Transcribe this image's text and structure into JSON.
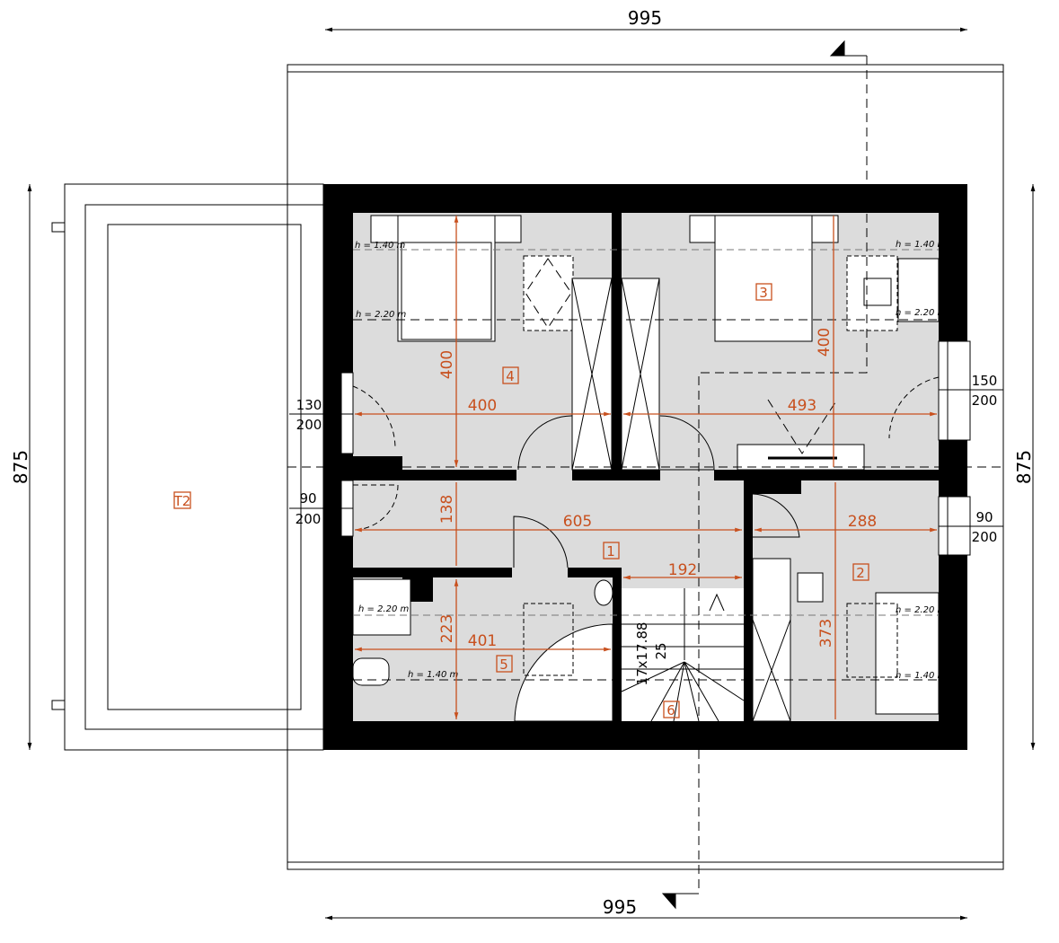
{
  "dimensions": {
    "top_width": "995",
    "bottom_width": "995",
    "left_depth": "875",
    "right_depth": "875"
  },
  "windows": {
    "room4": {
      "width": "130",
      "height": "200"
    },
    "hall": {
      "width": "90",
      "height": "200"
    },
    "room3": {
      "width": "150",
      "height": "200"
    },
    "room2": {
      "width": "90",
      "height": "200"
    }
  },
  "rooms": [
    {
      "number": "1",
      "dims": [
        "605",
        "138"
      ]
    },
    {
      "number": "2",
      "dims": [
        "288",
        "373"
      ]
    },
    {
      "number": "3",
      "dims": [
        "493",
        "400"
      ]
    },
    {
      "number": "4",
      "dims": [
        "400",
        "400"
      ]
    },
    {
      "number": "5",
      "dims": [
        "401",
        "223"
      ]
    },
    {
      "number": "6",
      "dims": [
        "192"
      ]
    }
  ],
  "terrace": {
    "label": "T2"
  },
  "stairs": {
    "steps": "17x17.88",
    "tread": "25"
  },
  "heights": {
    "low": "h = 1.40 m",
    "high": "h = 2.20 m"
  },
  "colors": {
    "walls": "#000000",
    "floor": "#dcdcdc",
    "dimension": "#c8501e"
  }
}
